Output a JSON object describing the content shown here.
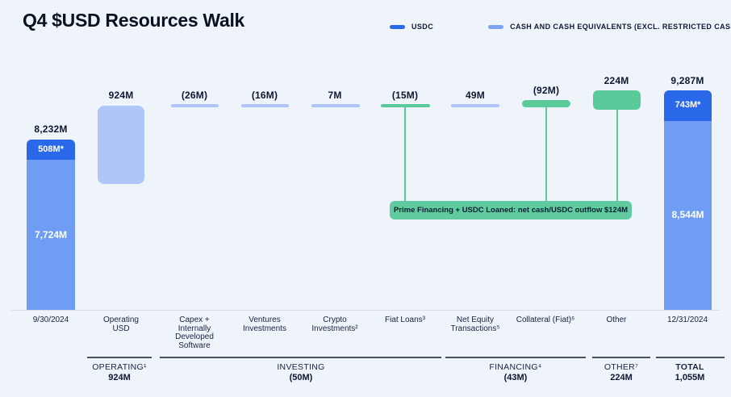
{
  "title": "Q4 $USD Resources Walk",
  "legend": {
    "items": [
      {
        "label": "USDC",
        "color": "#2968e8"
      },
      {
        "label": "CASH AND CASH EQUIVALENTS (EXCL. RESTRICTED CASH)",
        "color": "#7da4f3"
      }
    ]
  },
  "chart_data": {
    "type": "bar",
    "subtype": "waterfall",
    "unit": "USD millions",
    "title": "Q4 $USD Resources Walk",
    "legend_position": "top-right",
    "categories": [
      "9/30/2024",
      "Operating USD",
      "Capex + Internally Developed Software",
      "Ventures Investments",
      "Crypto Investments²",
      "Fiat Loans³",
      "Net Equity Transactions⁵",
      "Collateral (Fiat)⁶",
      "Other",
      "12/31/2024"
    ],
    "bars": [
      {
        "category": "9/30/2024",
        "total": 8232,
        "total_label": "8,232M",
        "segments": [
          {
            "name": "USDC",
            "value": 508,
            "label": "508M*",
            "color": "#2968e8"
          },
          {
            "name": "Cash and cash equivalents",
            "value": 7724,
            "label": "7,724M",
            "color": "#6f9df3"
          }
        ]
      },
      {
        "category": "Operating USD",
        "value": 924,
        "label": "924M",
        "color": "#aec7f8"
      },
      {
        "category": "Capex + Internally Developed Software",
        "value": -26,
        "label": "(26M)",
        "color": "#aec7f8"
      },
      {
        "category": "Ventures Investments",
        "value": -16,
        "label": "(16M)",
        "color": "#aec7f8"
      },
      {
        "category": "Crypto Investments²",
        "value": 7,
        "label": "7M",
        "color": "#aec7f8"
      },
      {
        "category": "Fiat Loans³",
        "value": -15,
        "label": "(15M)",
        "color": "#5bca9b"
      },
      {
        "category": "Net Equity Transactions⁵",
        "value": 49,
        "label": "49M",
        "color": "#aec7f8"
      },
      {
        "category": "Collateral (Fiat)⁶",
        "value": -92,
        "label": "(92M)",
        "color": "#5bca9b"
      },
      {
        "category": "Other",
        "value": 224,
        "label": "224M",
        "color": "#5bca9b"
      },
      {
        "category": "12/31/2024",
        "total": 9287,
        "total_label": "9,287M",
        "segments": [
          {
            "name": "USDC",
            "value": 743,
            "label": "743M*",
            "color": "#2968e8"
          },
          {
            "name": "Cash and cash equivalents",
            "value": 8544,
            "label": "8,544M",
            "color": "#6f9df3"
          }
        ]
      }
    ],
    "annotation": {
      "text": "Prime Financing + USDC Loaned: net cash/USDC outflow $124M",
      "connects_to": [
        "Fiat Loans³",
        "Collateral (Fiat)⁶",
        "Other"
      ],
      "color": "#5fcb9e"
    },
    "groups": [
      {
        "label": "OPERATING¹",
        "value": 924,
        "value_label": "924M",
        "spans": [
          "Operating USD"
        ]
      },
      {
        "label": "INVESTING",
        "value": -50,
        "value_label": "(50M)",
        "spans": [
          "Capex + Internally Developed Software",
          "Ventures Investments",
          "Crypto Investments²",
          "Fiat Loans³"
        ]
      },
      {
        "label": "FINANCING⁴",
        "value": -43,
        "value_label": "(43M)",
        "spans": [
          "Net Equity Transactions⁵",
          "Collateral (Fiat)⁶"
        ]
      },
      {
        "label": "OTHER⁷",
        "value": 224,
        "value_label": "224M",
        "spans": [
          "Other"
        ]
      },
      {
        "label": "TOTAL",
        "value": 1055,
        "value_label": "1,055M",
        "spans": [
          "all"
        ]
      }
    ]
  }
}
